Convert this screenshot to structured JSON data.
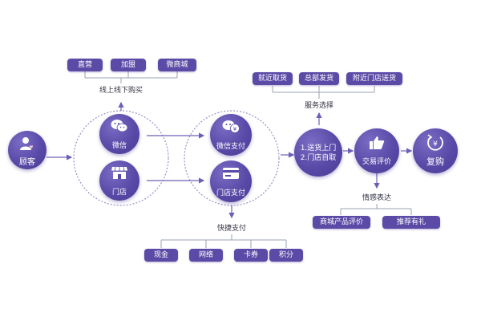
{
  "customer": {
    "label": "顾客",
    "icon": "user-heart-icon"
  },
  "channels": {
    "caption": "线上线下购买",
    "items": [
      "直营",
      "加盟",
      "微商城"
    ],
    "wechat": {
      "label": "微信",
      "icon": "wechat-icon"
    },
    "store": {
      "label": "门店",
      "icon": "storefront-icon"
    }
  },
  "payment": {
    "wechat_pay": {
      "label": "微信支付",
      "icon": "wechat-pay-icon"
    },
    "store_pay": {
      "label": "门店支付",
      "icon": "card-icon"
    },
    "caption": "快捷支付",
    "methods": [
      "现金",
      "网络",
      "卡券",
      "积分"
    ]
  },
  "delivery": {
    "line1": "1.送货上门",
    "line2": "2.门店自取",
    "caption": "服务选择",
    "options": [
      "就近取货",
      "总部发货",
      "附近门店送货"
    ]
  },
  "evaluation": {
    "label": "交易评价",
    "icon": "thumbs-up-icon",
    "caption": "情感表达",
    "options": [
      "商城产品评价",
      "推荐有礼"
    ]
  },
  "repurchase": {
    "label": "复购",
    "icon": "yen-cycle-icon"
  },
  "colors": {
    "primary": "#5b4ba6",
    "line": "#6d5fb8",
    "dotted": "#9a90c8"
  }
}
